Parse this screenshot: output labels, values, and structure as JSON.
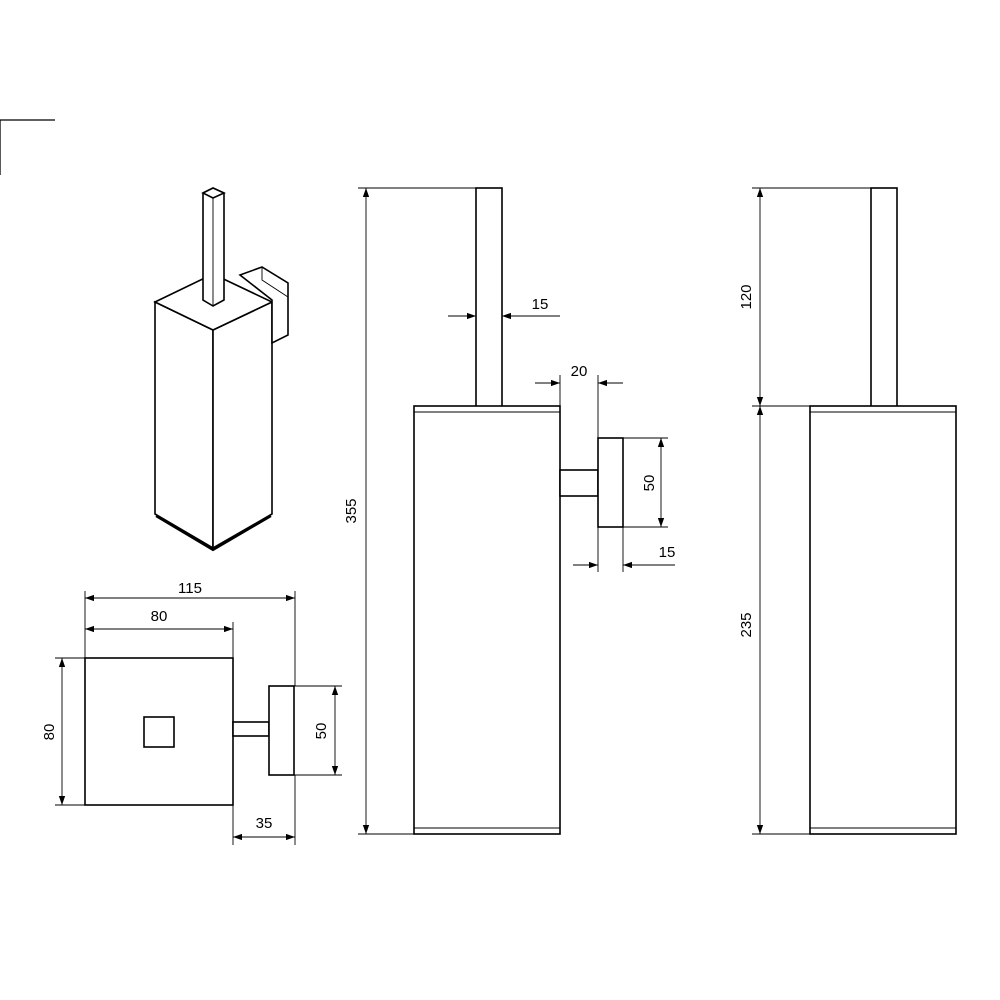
{
  "dimensions": {
    "front_brush_width": "15",
    "front_bracket_offset": "20",
    "front_plate_height": "50",
    "front_plate_depth": "15",
    "front_total_height": "355",
    "side_handle_height": "120",
    "side_body_height": "235",
    "top_total_width": "115",
    "top_body_width": "80",
    "top_body_depth": "80",
    "top_plate_height": "50",
    "top_bracket_projection": "35"
  }
}
